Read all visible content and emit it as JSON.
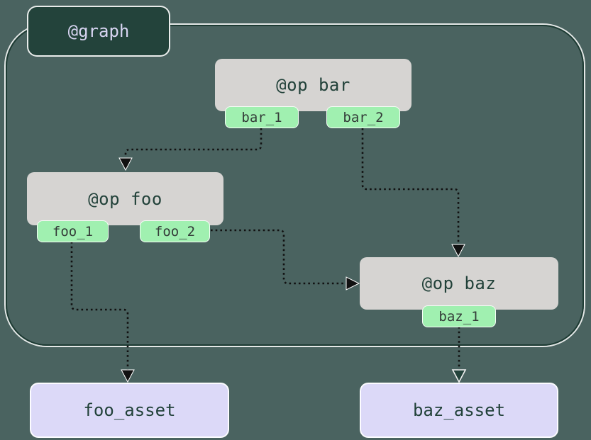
{
  "diagram": {
    "graph_badge": {
      "label": "@graph"
    },
    "ops": [
      {
        "name": "bar",
        "label": "@op bar",
        "outputs": [
          "bar_1",
          "bar_2"
        ]
      },
      {
        "name": "foo",
        "label": "@op foo",
        "outputs": [
          "foo_1",
          "foo_2"
        ]
      },
      {
        "name": "baz",
        "label": "@op baz",
        "outputs": [
          "baz_1"
        ]
      }
    ],
    "assets": [
      {
        "name": "foo_asset",
        "label": "foo_asset"
      },
      {
        "name": "baz_asset",
        "label": "baz_asset"
      }
    ],
    "edges": [
      {
        "from": "bar.bar_1",
        "to": "op foo"
      },
      {
        "from": "bar.bar_2",
        "to": "op baz"
      },
      {
        "from": "foo.foo_2",
        "to": "op baz"
      },
      {
        "from": "foo.foo_1",
        "to": "foo_asset"
      },
      {
        "from": "baz.baz_1",
        "to": "baz_asset"
      }
    ],
    "colors": {
      "background": "#4a6360",
      "graph_badge_fill": "#23433b",
      "graph_badge_text": "#d8d5f2",
      "boundary_stroke": "#1d3b33",
      "boundary_highlight": "#ffffff",
      "op_fill": "#d6d4d2",
      "op_text": "#214139",
      "output_tag_fill": "#a0f0b0",
      "output_tag_text": "#333b38",
      "asset_fill": "#dcd9f8",
      "asset_text": "#214139",
      "edge_color": "#111111"
    }
  }
}
